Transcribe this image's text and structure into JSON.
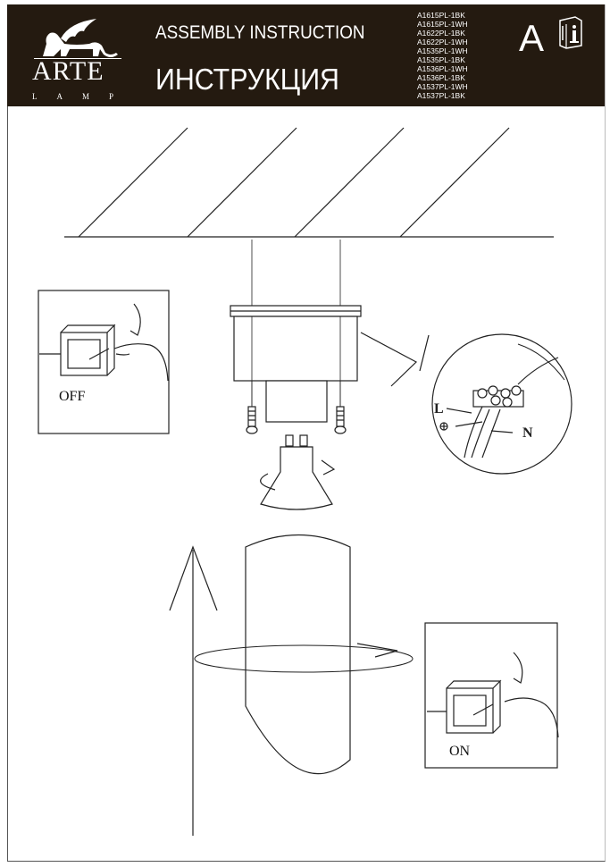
{
  "header": {
    "brand": "ARTE",
    "brand_sub": "LAMP",
    "title_en": "ASSEMBLY INSTRUCTION",
    "title_ru": "ИНСТРУКЦИЯ",
    "models": [
      "A1615PL-1BK",
      "A1615PL-1WH",
      "A1622PL-1BK",
      "A1622PL-1WH",
      "A1535PL-1WH",
      "A1535PL-1BK",
      "A1536PL-1WH",
      "A1536PL-1BK",
      "A1537PL-1WH",
      "A1537PL-1BK"
    ],
    "language_letter": "A"
  },
  "diagram": {
    "off_label": "OFF",
    "on_label": "ON",
    "live_label": "L",
    "neutral_label": "N"
  }
}
